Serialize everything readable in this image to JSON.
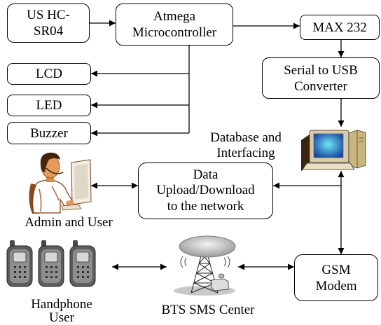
{
  "colors": {
    "stroke": "#000000",
    "background": "#ffffff"
  },
  "diagram": {
    "nodes": {
      "sensor": {
        "lines": [
          "US HC-",
          "SR04"
        ]
      },
      "microcontroller": {
        "lines": [
          "Atmega",
          "Microcontroller"
        ]
      },
      "max232": {
        "lines": [
          "MAX 232"
        ]
      },
      "usb_converter": {
        "lines": [
          "Serial to USB",
          "Converter"
        ]
      },
      "lcd": {
        "lines": [
          "LCD"
        ]
      },
      "led": {
        "lines": [
          "LED"
        ]
      },
      "buzzer": {
        "lines": [
          "Buzzer"
        ]
      },
      "data_transfer": {
        "lines": [
          "Data",
          "Upload/Download",
          "to the network"
        ]
      },
      "gsm_modem": {
        "lines": [
          "GSM",
          "Modem"
        ]
      }
    },
    "labels": {
      "database": {
        "lines": [
          "Database and",
          "Interfacing"
        ]
      },
      "admin": {
        "lines": [
          "Admin and User"
        ]
      },
      "handphone": {
        "lines": [
          "Handphone",
          "User"
        ]
      },
      "bts": {
        "lines": [
          "BTS SMS Center"
        ]
      }
    },
    "icons": {
      "computer": "computer-icon",
      "admin": "admin-user-icon",
      "handphone": "handphone-icon",
      "bts": "bts-tower-icon"
    }
  }
}
